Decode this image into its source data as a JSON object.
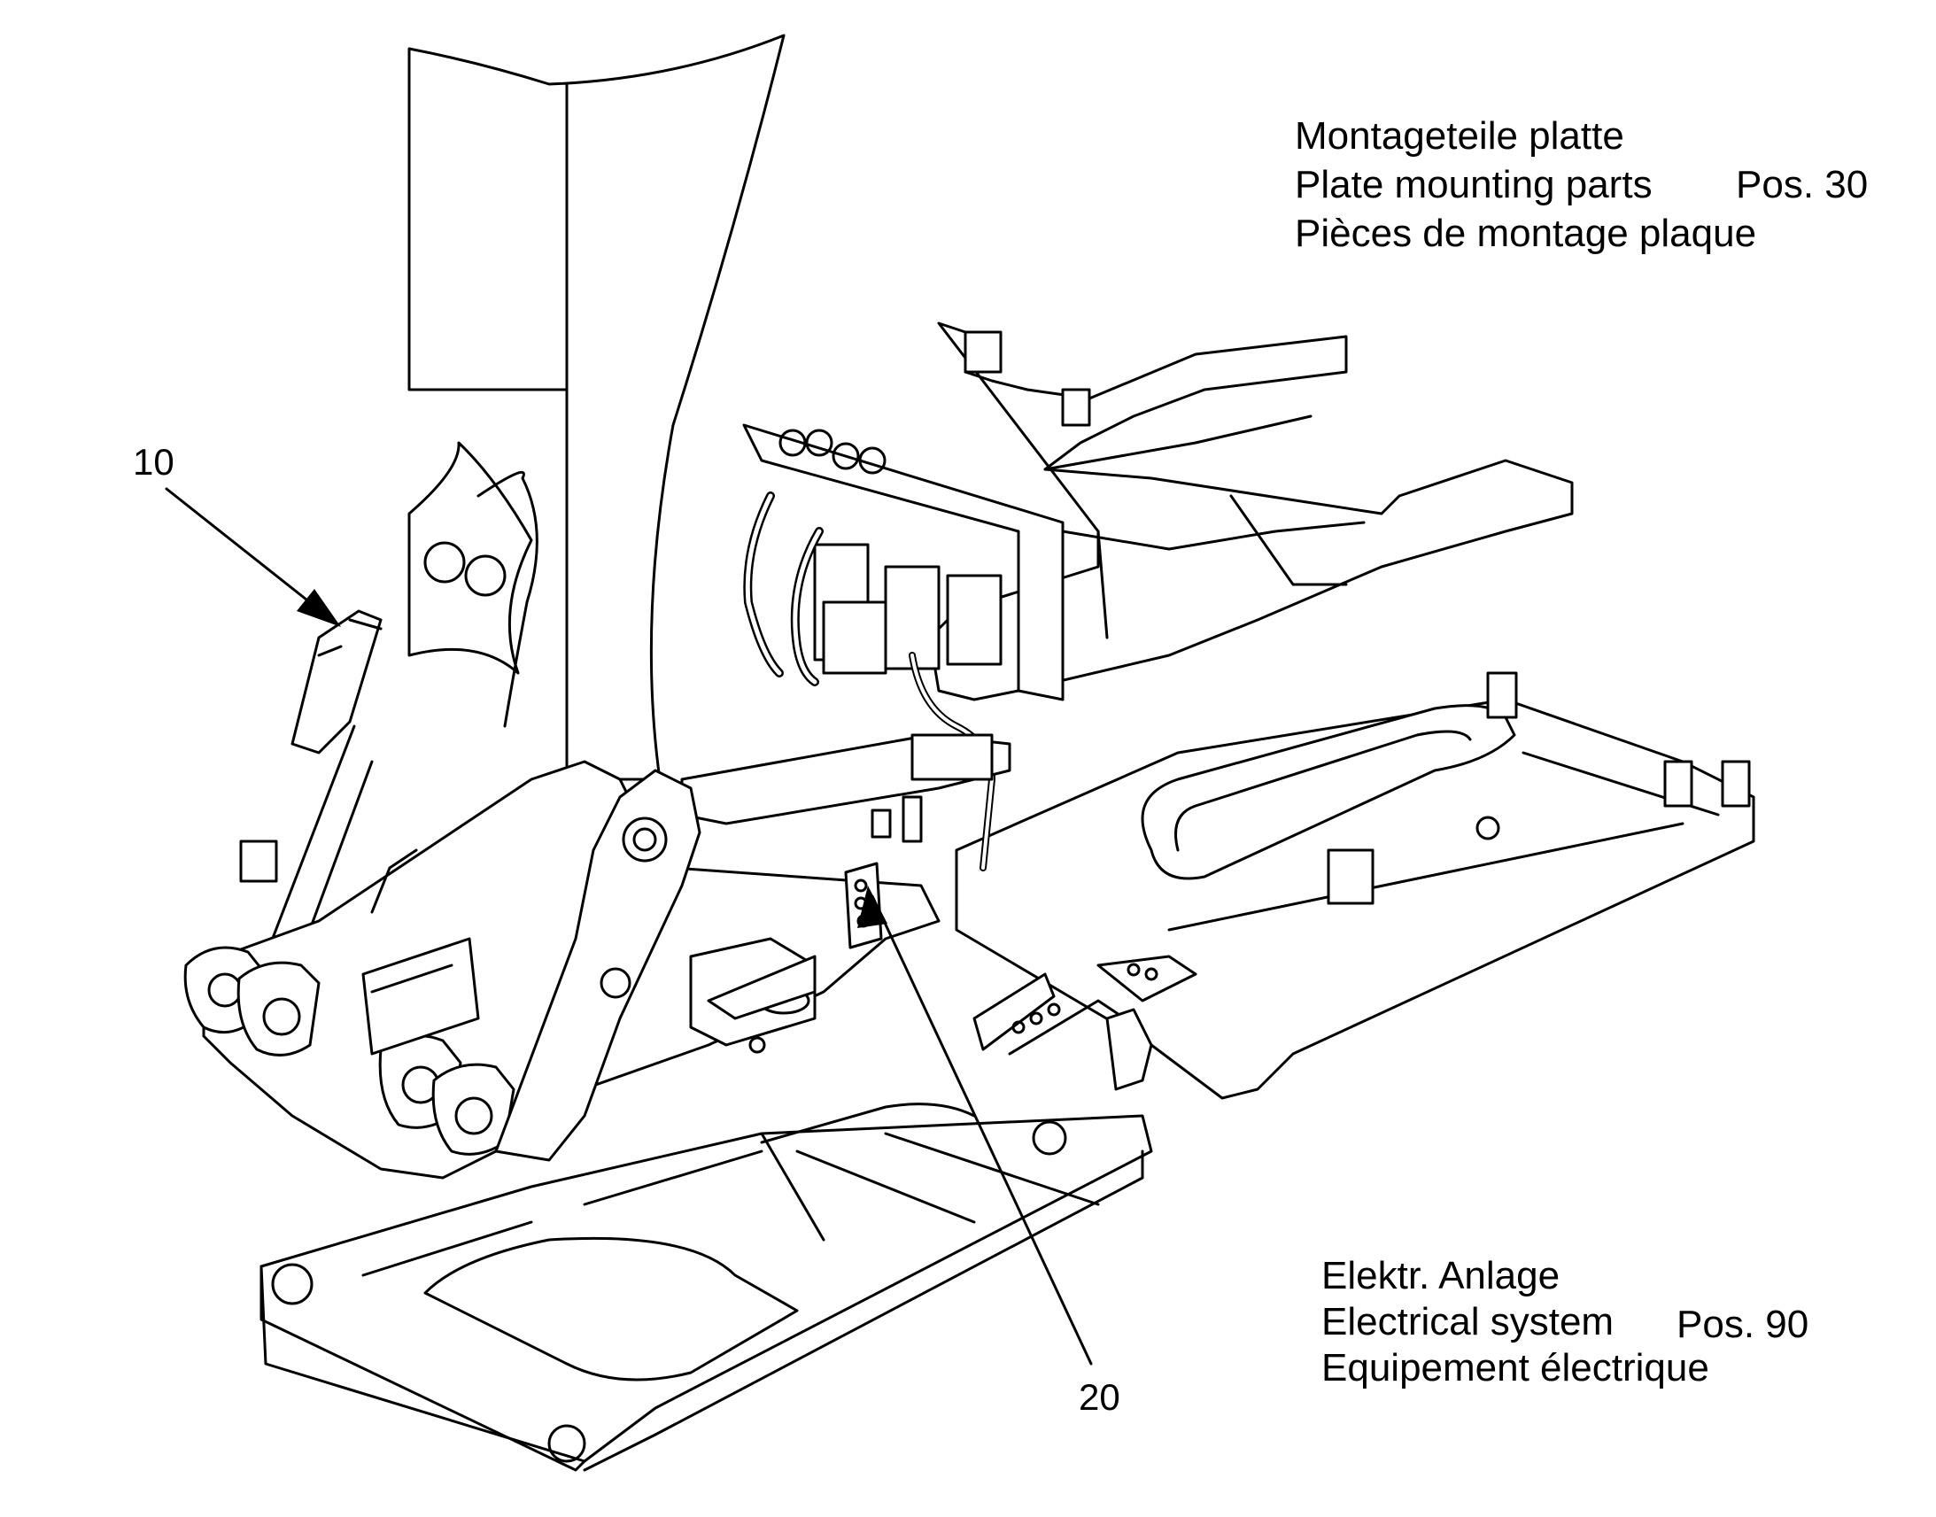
{
  "callouts": {
    "pos10": "10",
    "pos20": "20"
  },
  "notes": {
    "plate": {
      "de": "Montageteile platte",
      "en": "Plate mounting parts",
      "pos": "Pos. 30",
      "fr": "Pièces de montage plaque"
    },
    "electrical": {
      "de": "Elektr. Anlage",
      "en": "Electrical system",
      "pos": "Pos. 90",
      "fr": "Equipement électrique"
    }
  },
  "icons": [
    "mounting-plate-drawing",
    "arrow-icon"
  ],
  "colors": {
    "ink": "#000000",
    "paper": "#ffffff"
  }
}
